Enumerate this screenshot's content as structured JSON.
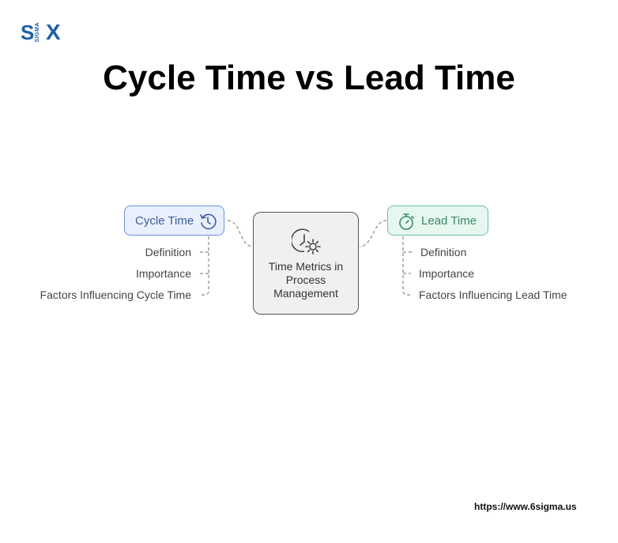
{
  "brand": {
    "logo_text": "SX",
    "logo_subtext": "SIGMA"
  },
  "title": "Cycle Time vs Lead Time",
  "center": {
    "label": "Time Metrics in Process Management",
    "icon": "clock-gear-icon"
  },
  "cycle_time": {
    "label": "Cycle Time",
    "icon": "history-clock-icon",
    "color": "#6b8fe0",
    "items": [
      "Definition",
      "Importance",
      "Factors Influencing Cycle Time"
    ]
  },
  "lead_time": {
    "label": "Lead Time",
    "icon": "stopwatch-icon",
    "color": "#6cc49a",
    "items": [
      "Definition",
      "Importance",
      "Factors Influencing Lead Time"
    ]
  },
  "footer": {
    "url": "https://www.6sigma.us"
  }
}
